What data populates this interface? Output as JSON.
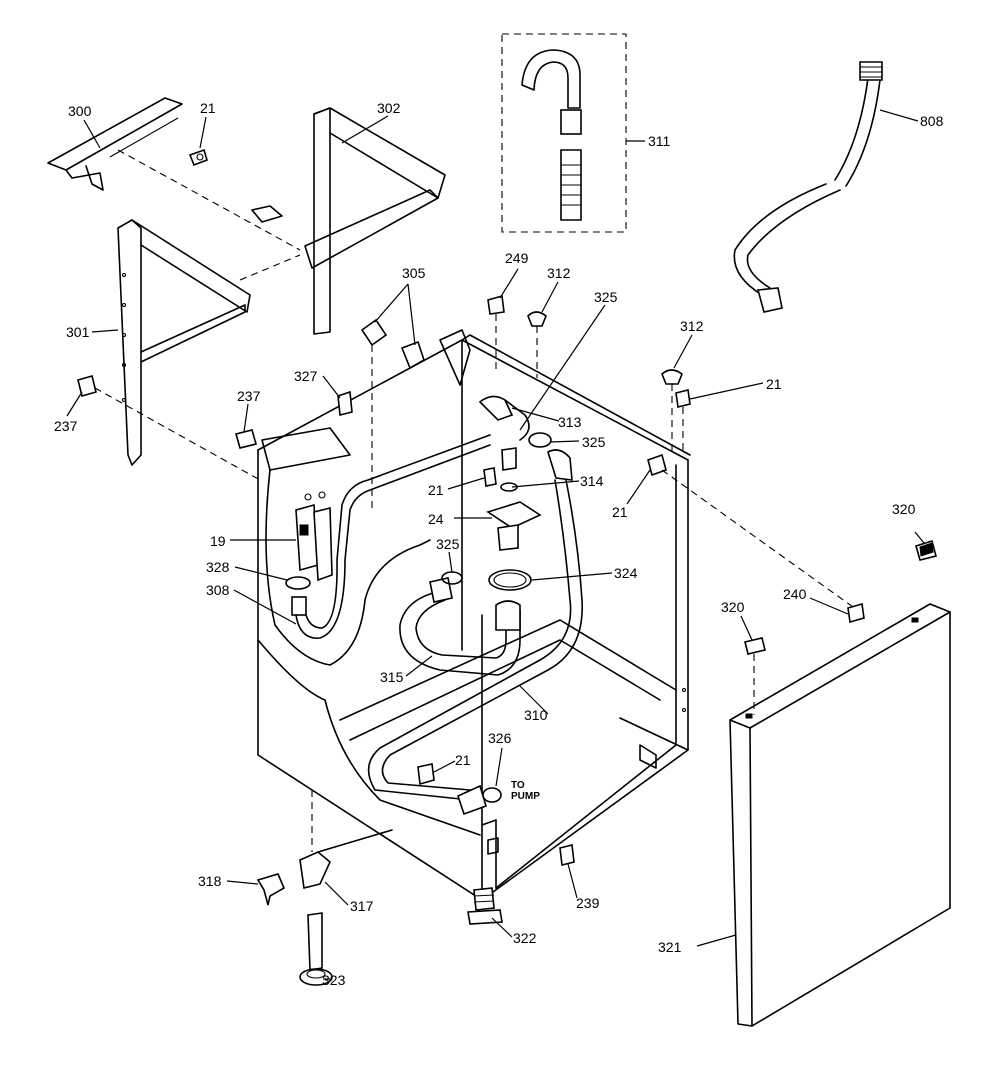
{
  "callouts": {
    "c300": "300",
    "c21a": "21",
    "c302": "302",
    "c311": "311",
    "c808": "808",
    "c301": "301",
    "c305": "305",
    "c249": "249",
    "c312a": "312",
    "c325a": "325",
    "c312b": "312",
    "c21b": "21",
    "c237a": "237",
    "c327": "327",
    "c237b": "237",
    "c313": "313",
    "c325b": "325",
    "c21c": "21",
    "c314": "314",
    "c21d": "21",
    "c320a": "320",
    "c19": "19",
    "c24": "24",
    "c328": "328",
    "c325c": "325",
    "c324": "324",
    "c308": "308",
    "c240": "240",
    "c320b": "320",
    "c315": "315",
    "c310": "310",
    "c326": "326",
    "c21e": "21",
    "c318": "318",
    "c317": "317",
    "c239": "239",
    "c322": "322",
    "c321": "321",
    "c323": "323"
  },
  "notes": {
    "to_pump_line1": "TO",
    "to_pump_line2": "PUMP"
  }
}
